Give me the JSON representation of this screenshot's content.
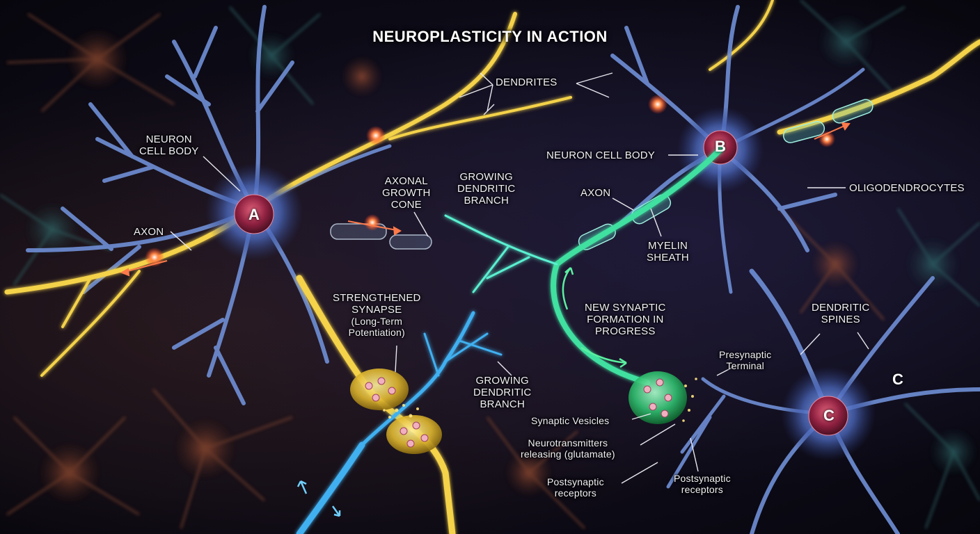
{
  "title": "NEUROPLASTICITY IN ACTION",
  "colors": {
    "background": "#0b0a14",
    "neuron_blue": "#6f8fd6",
    "axon_yellow": "#f4d24a",
    "growing_green": "#3fe0a0",
    "growing_cyan": "#3fb0f0",
    "soma_red": "#b0304a",
    "spark": "#ff6a3a"
  },
  "somas": {
    "a": "A",
    "b": "B",
    "c_inside": "C",
    "c_outside": "C"
  },
  "labels": {
    "dendrites": "DENDRITES",
    "neuron_cell_body_left": [
      "NEURON",
      "CELL BODY"
    ],
    "neuron_cell_body_right": "NEURON CELL BODY",
    "oligodendrocytes": "OLIGODENDROCYTES",
    "axon_left": "AXON",
    "axonal_growth_cone": [
      "AXONAL",
      "GROWTH",
      "CONE"
    ],
    "growing_dendritic_branch_top": [
      "GROWING",
      "DENDRITIC",
      "BRANCH"
    ],
    "axon_right": "AXON",
    "myelin_sheath": [
      "MYELIN",
      "SHEATH"
    ],
    "strengthened_synapse": [
      "STRENGTHENED",
      "SYNAPSE",
      "(Long-Term",
      "Potentiation)"
    ],
    "new_synaptic_formation": [
      "NEW SYNAPTIC",
      "FORMATION IN",
      "PROGRESS"
    ],
    "dendritic_spines": [
      "DENDRITIC",
      "SPINES"
    ],
    "growing_dendritic_branch_bottom": [
      "GROWING",
      "DENDRITIC",
      "BRANCH"
    ],
    "presynaptic_terminal": [
      "Presynaptic",
      "Terminal"
    ],
    "synaptic_vesicles": "Synaptic Vesicles",
    "neurotransmitters": [
      "Neurotransmitters",
      "releasing (glutamate)"
    ],
    "postsynaptic_receptors_left": [
      "Postsynaptic",
      "receptors"
    ],
    "postsynaptic_receptors_right": [
      "Postsynaptic",
      "receptors"
    ]
  }
}
